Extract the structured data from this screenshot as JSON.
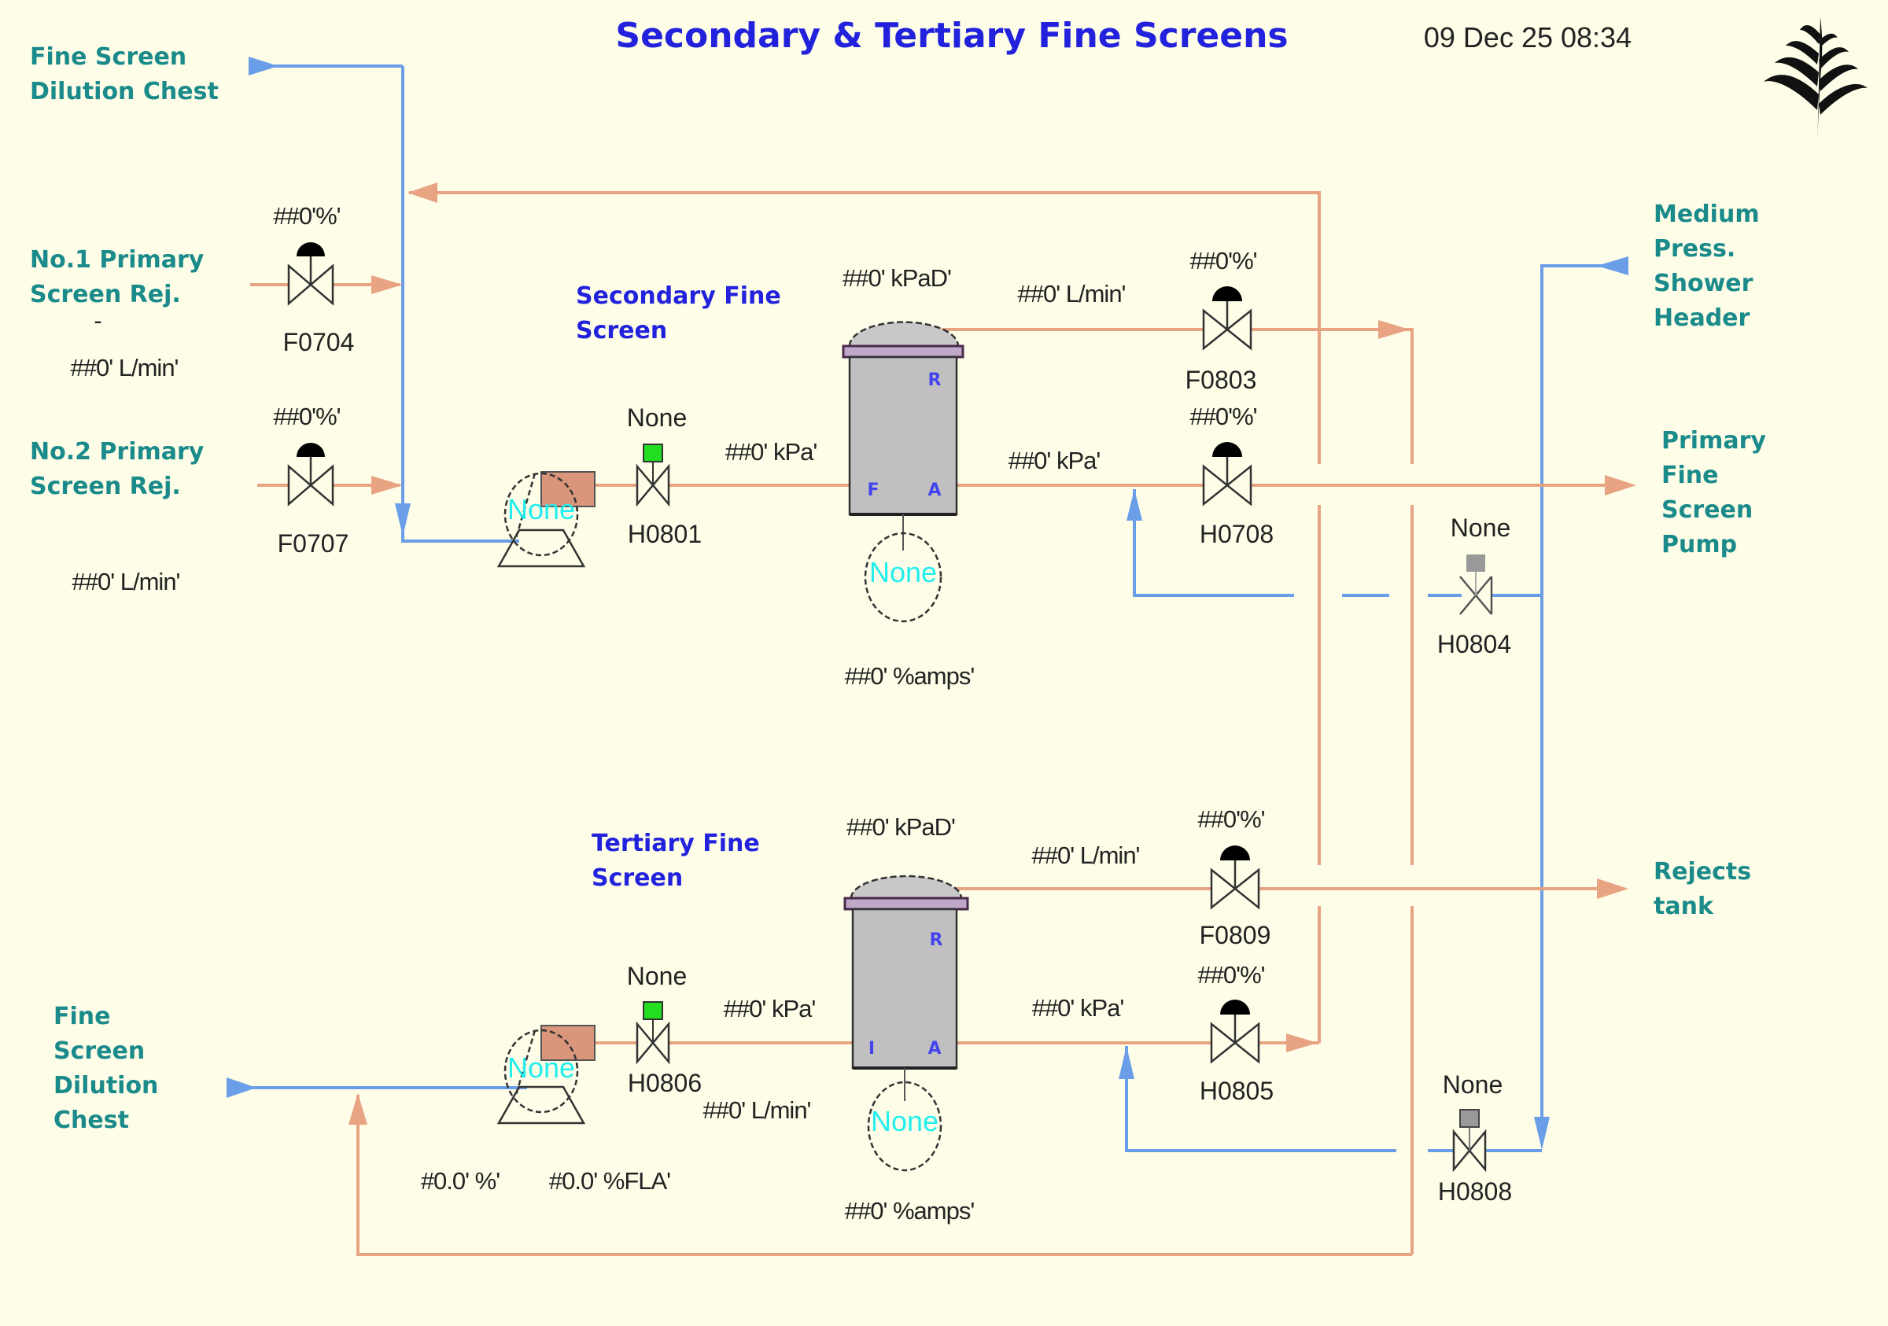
{
  "header": {
    "title": "Secondary & Tertiary Fine Screens",
    "timestamp": "09 Dec 25 08:34",
    "logo": "fern-logo-icon"
  },
  "colors": {
    "background": "#fdfde8",
    "stock_pipe": "#e8a383",
    "water_pipe": "#6a9ee8",
    "destination_label": "#1a8a8a",
    "section_label": "#2222dd",
    "status_none": "#22eeee",
    "valve_open_indicator": "#22dd22",
    "valve_unknown_indicator": "#999999"
  },
  "destinations": {
    "fine_screen_dilution_chest_top": [
      "Fine Screen",
      "Dilution Chest"
    ],
    "no1_primary_screen_rej": [
      "No.1 Primary",
      "Screen Rej."
    ],
    "no2_primary_screen_rej": [
      "No.2 Primary",
      "Screen Rej."
    ],
    "medium_press_shower_header": [
      "Medium",
      "Press.",
      "Shower",
      "Header"
    ],
    "primary_fine_screen_pump": [
      "Primary",
      "Fine",
      "Screen",
      "Pump"
    ],
    "rejects_tank": [
      "Rejects",
      "tank"
    ],
    "fine_screen_dilution_chest_bottom": [
      "Fine",
      "Screen",
      "Dilution",
      "Chest"
    ]
  },
  "sections": {
    "secondary": [
      "Secondary Fine",
      "Screen"
    ],
    "tertiary": [
      "Tertiary Fine",
      "Screen"
    ]
  },
  "inlets": {
    "no1_flow": "##0' L/min'",
    "no1_dot": "-",
    "no2_flow": "##0' L/min'"
  },
  "valves": {
    "F0704": {
      "tag": "F0704",
      "output": "##0'%'"
    },
    "F0707": {
      "tag": "F0707",
      "output": "##0'%'"
    },
    "H0801": {
      "tag": "H0801",
      "state": "None"
    },
    "F0803": {
      "tag": "F0803",
      "output": "##0'%'"
    },
    "H0708": {
      "tag": "H0708",
      "output": "##0'%'"
    },
    "H0804": {
      "tag": "H0804",
      "state": "None"
    },
    "H0806": {
      "tag": "H0806",
      "state": "None"
    },
    "F0809": {
      "tag": "F0809",
      "output": "##0'%'"
    },
    "H0805": {
      "tag": "H0805",
      "output": "##0'%'"
    },
    "H0808": {
      "tag": "H0808",
      "state": "None"
    }
  },
  "secondary": {
    "pump_status": "None",
    "inlet_pressure": "##0' kPa'",
    "diff_pressure": "##0' kPaD'",
    "reject_flow": "##0' L/min'",
    "accept_pressure": "##0' kPa'",
    "motor_status": "None",
    "motor_amps": "##0' %amps'",
    "ports": {
      "reject": "R",
      "feed": "F",
      "accept": "A"
    }
  },
  "tertiary": {
    "pump_status": "None",
    "inlet_pressure": "##0' kPa'",
    "inlet_flow": "##0' L/min'",
    "diff_pressure": "##0' kPaD'",
    "reject_flow": "##0' L/min'",
    "accept_pressure": "##0' kPa'",
    "motor_status": "None",
    "motor_amps": "##0' %amps'",
    "pump_speed": "#0.0' %'",
    "pump_load": "#0.0' %FLA'",
    "ports": {
      "reject": "R",
      "feed": "I",
      "accept": "A"
    }
  }
}
